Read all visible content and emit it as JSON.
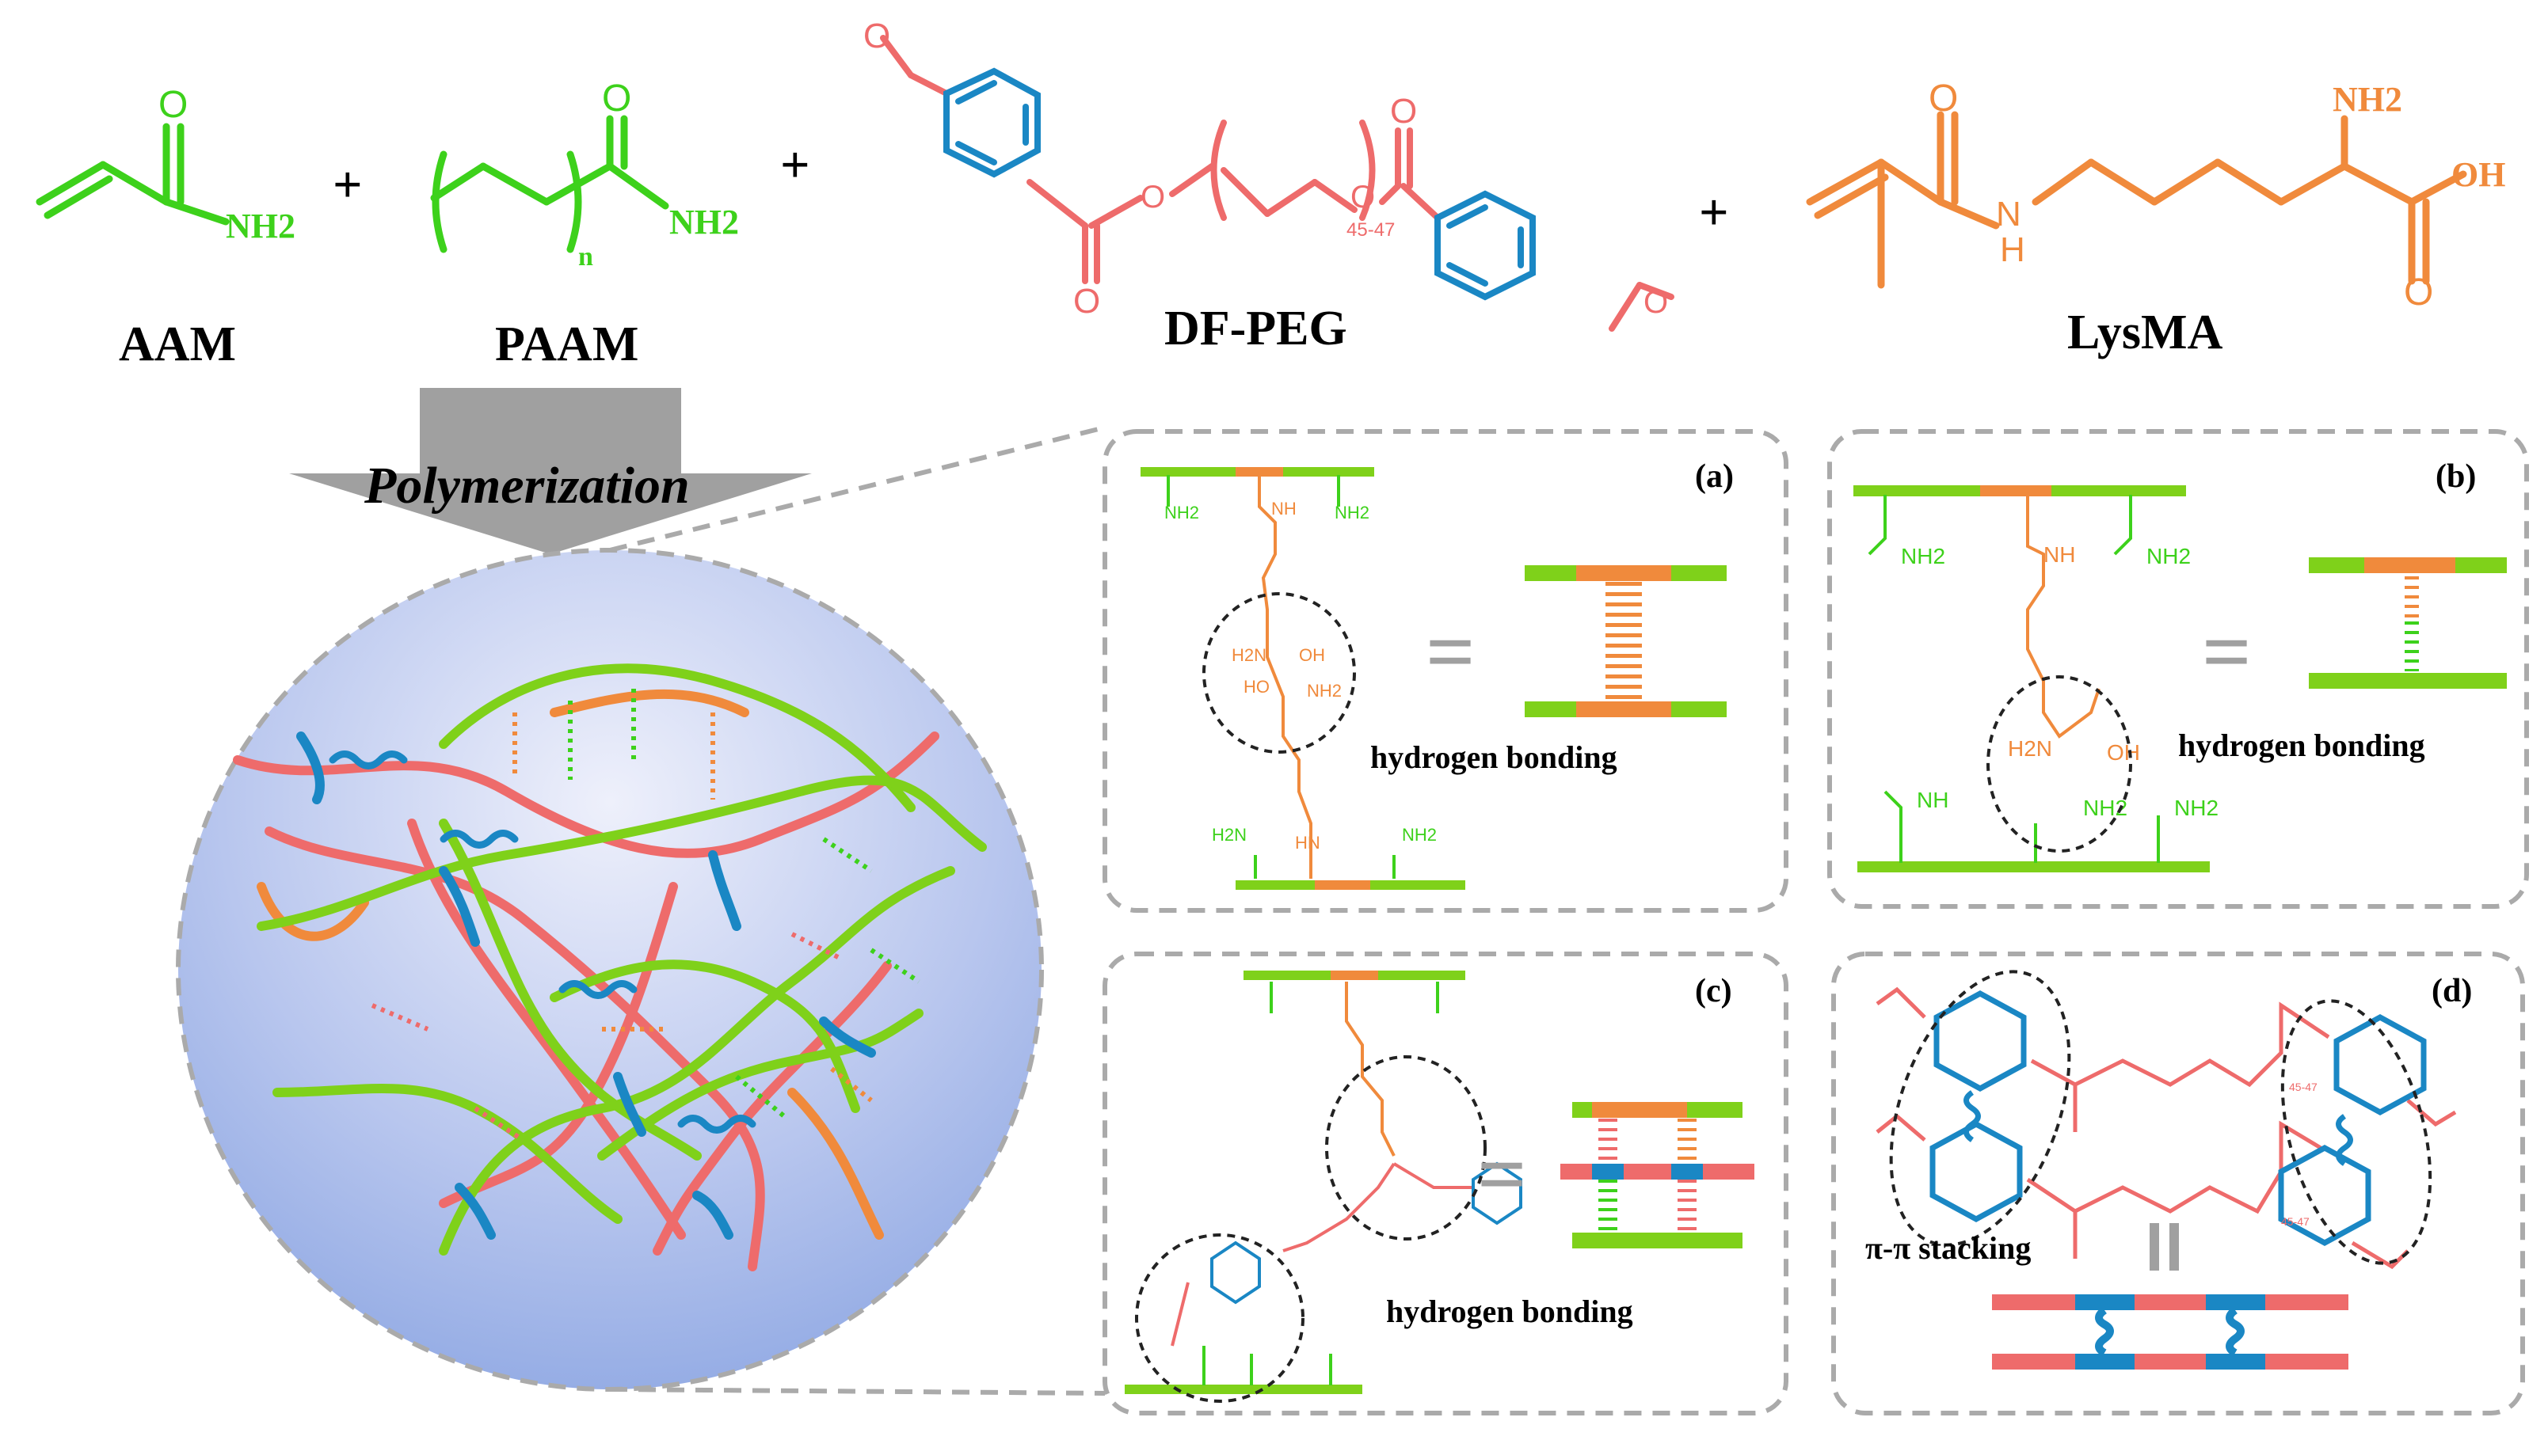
{
  "colors": {
    "green": "#3dd11b",
    "green_dark": "#2bb510",
    "lime": "#7fd11a",
    "orange": "#f08a3c",
    "salmon": "#ee6b6b",
    "blue": "#1a87c4",
    "gray": "#a0a0a0",
    "dash_gray": "#aaaaaa"
  },
  "top": {
    "plus": "+",
    "aam": {
      "name": "AAM",
      "o": "O",
      "nh2": "NH2"
    },
    "paam": {
      "name": "PAAM",
      "o": "O",
      "nh2": "NH2",
      "n": "n"
    },
    "dfpeg": {
      "name": "DF-PEG",
      "o": "O",
      "range": "45-47"
    },
    "lysma": {
      "name": "LysMA",
      "o": "O",
      "nh2": "NH2",
      "n": "N",
      "h": "H",
      "oh": "OH"
    }
  },
  "arrow": {
    "label": "Polymerization"
  },
  "panels": {
    "a": {
      "tag": "(a)",
      "caption": "hydrogen bonding",
      "equals": "="
    },
    "b": {
      "tag": "(b)",
      "caption": "hydrogen bonding",
      "equals": "="
    },
    "c": {
      "tag": "(c)",
      "caption": "hydrogen bonding",
      "equals": "="
    },
    "d": {
      "tag": "(d)",
      "caption": "π-π stacking",
      "equals": "="
    }
  },
  "small_labels": {
    "nh2": "NH2",
    "oh": "OH",
    "ho": "HO",
    "nh": "NH",
    "hn": "HN",
    "h2n": "H2N",
    "o": "O",
    "range": "45-47"
  },
  "icons": [
    "polymerization-arrow-icon",
    "network-sphere-icon",
    "magnify-guide-lines-icon"
  ]
}
